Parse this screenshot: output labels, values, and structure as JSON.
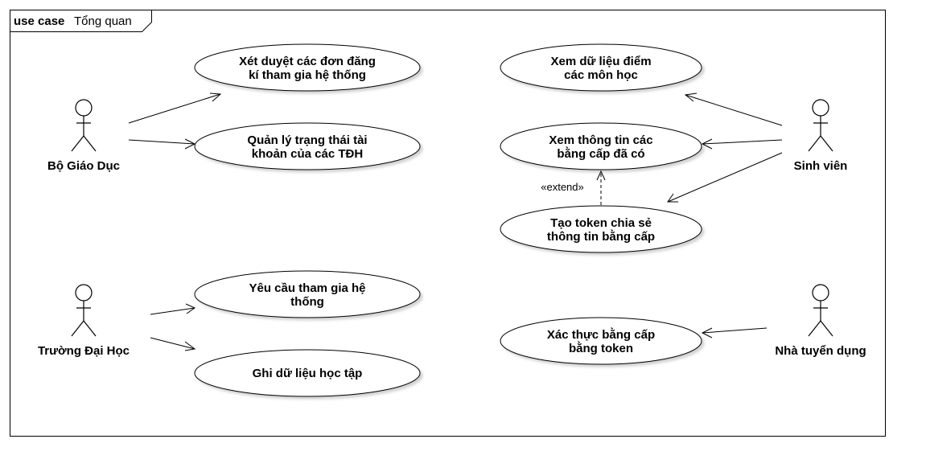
{
  "frame": {
    "keyword": "use case",
    "name": "Tổng quan"
  },
  "actors": {
    "bo_giao_duc": "Bộ Giáo Dục",
    "truong_dai_hoc": "Trường Đại Học",
    "sinh_vien": "Sinh viên",
    "nha_tuyen_dung": "Nhà tuyển dụng"
  },
  "use_cases": {
    "xet_duyet": [
      "Xét duyệt các đơn đăng",
      "kí tham gia hệ thống"
    ],
    "quan_ly": [
      "Quản lý trạng thái tài",
      "khoản của các TĐH"
    ],
    "yeu_cau": [
      "Yêu cầu tham gia hệ",
      "thống"
    ],
    "ghi_du_lieu": [
      "Ghi dữ liệu học tập"
    ],
    "xem_diem": [
      "Xem dữ liệu điểm",
      "các môn học"
    ],
    "xem_bang_cap": [
      "Xem thông tin các",
      "bằng cấp đã có"
    ],
    "tao_token": [
      "Tạo token chia sẻ",
      "thông tin bằng cấp"
    ],
    "xac_thuc": [
      "Xác thực bằng cấp",
      "bằng token"
    ]
  },
  "relations": {
    "extend_label": "«extend»"
  }
}
